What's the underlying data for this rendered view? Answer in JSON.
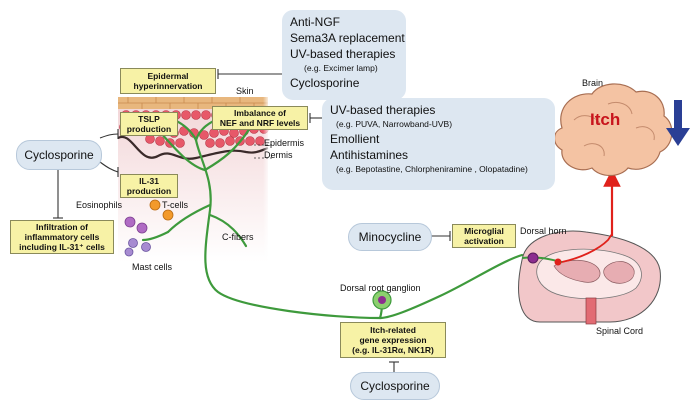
{
  "top_bubble": {
    "lines": [
      "Anti-NGF",
      "Sema3A replacement",
      "UV-based therapies",
      "(e.g. Excimer lamp)",
      "Cyclosporine"
    ]
  },
  "right_bubble": {
    "lines": [
      "UV-based therapies",
      "(e.g. PUVA, Narrowband-UVB)",
      "Emollient",
      "Antihistamines",
      "(e.g. Bepotastine, Chlorpheniramine , Olopatadine)"
    ]
  },
  "yellow_boxes": {
    "epidermal": [
      "Epidermal",
      "hyperinnervation"
    ],
    "tslp": [
      "TSLP",
      "production"
    ],
    "imbalance": [
      "Imbalance of",
      "NEF and NRF levels"
    ],
    "il31": [
      "IL-31",
      "production"
    ],
    "infiltration": [
      "Infiltration of",
      "inflammatory cells",
      "including IL-31⁺ cells"
    ],
    "microglial": [
      "Microglial",
      "activation"
    ],
    "itch_gene": [
      "Itch-related",
      "gene expression",
      "(e.g. IL-31Rα, NK1R)"
    ]
  },
  "labels": {
    "skin": "Skin",
    "epidermis": "Epidermis",
    "dermis": "Dermis",
    "eosinophils": "Eosinophils",
    "t_cells": "T-cells",
    "mast_cells": "Mast cells",
    "c_fibers": "C-fibers",
    "brain": "Brain",
    "itch": "Itch",
    "dorsal_horn": "Dorsal horn",
    "drg": "Dorsal root ganglion",
    "spinal_cord": "Spinal Cord"
  },
  "pills": {
    "cyclosporine_left": "Cyclosporine",
    "minocycline": "Minocycline",
    "cyclosporine_bottom": "Cyclosporine"
  },
  "colors": {
    "nerve": "#3e9a3c",
    "bubble": "#dde7f1",
    "yellow_box": "#f7f2a6",
    "arrow_red": "#e0211b",
    "arrow_blue": "#2a3f95",
    "itch_text": "#c8141c",
    "brain": "#f4c3a3"
  }
}
